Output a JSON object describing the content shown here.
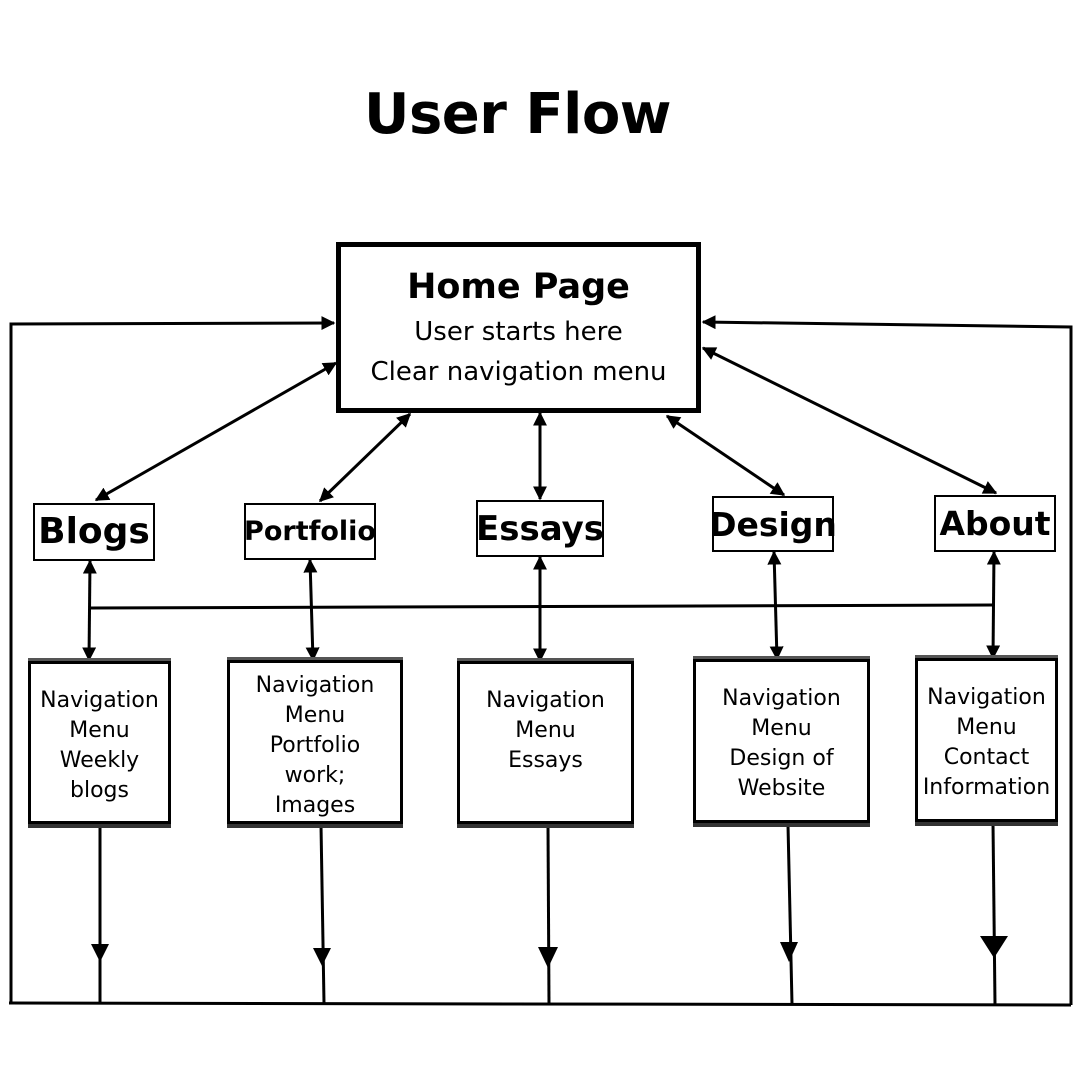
{
  "title": "User Flow",
  "home": {
    "title": "Home Page",
    "lines": [
      "User starts here",
      "Clear navigation menu"
    ]
  },
  "categories": [
    {
      "label": "Blogs",
      "sub_lines": [
        "Navigation",
        "Menu",
        "Weekly",
        "blogs"
      ]
    },
    {
      "label": "Portfolio",
      "sub_lines": [
        "Navigation",
        "Menu",
        "Portfolio",
        "work;",
        "Images"
      ]
    },
    {
      "label": "Essays",
      "sub_lines": [
        "Navigation",
        "Menu",
        "Essays"
      ]
    },
    {
      "label": "Design",
      "sub_lines": [
        "Navigation",
        "Menu",
        "Design of",
        "Website"
      ]
    },
    {
      "label": "About",
      "sub_lines": [
        "Navigation",
        "Menu",
        "Contact",
        "Information"
      ]
    }
  ]
}
